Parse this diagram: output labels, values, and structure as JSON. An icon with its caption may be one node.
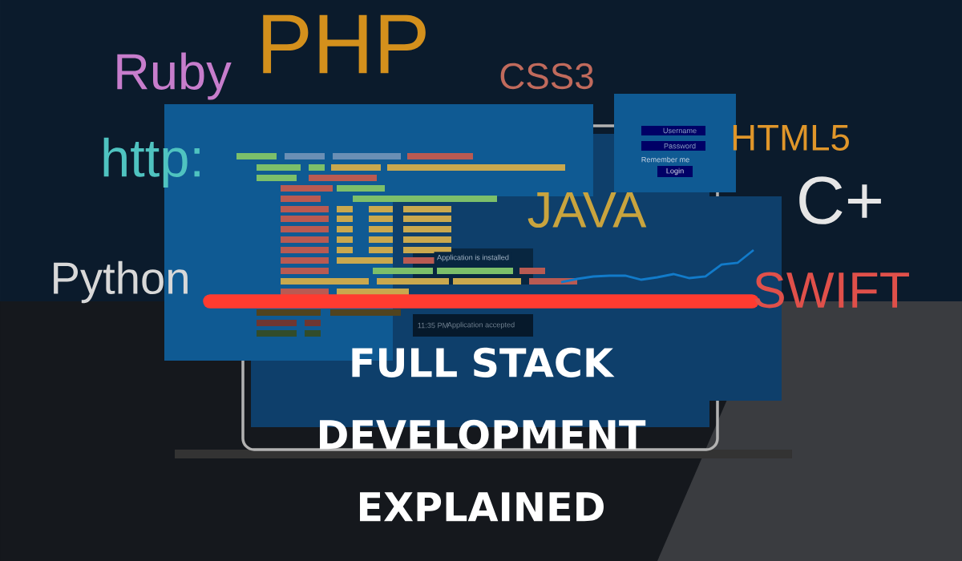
{
  "diagram": {
    "title": "FULL STACK DEVELOPMENT EXPLAINED",
    "labels": [
      "PHP",
      "Ruby",
      "CSS3",
      "http:",
      "HTML5",
      "JAVA",
      "C+",
      "Python",
      "SWIFT",
      "Username",
      "Password",
      "Remember me",
      "Login",
      "Application is installed",
      "11:35 PM",
      "Application accepted"
    ]
  }
}
